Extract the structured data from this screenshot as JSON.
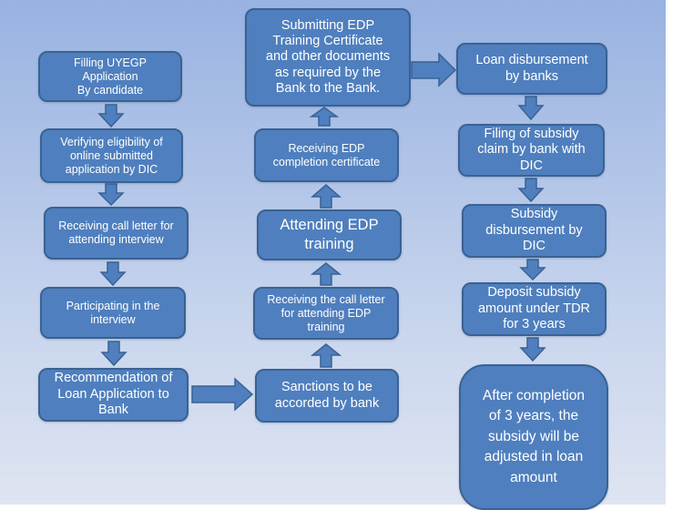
{
  "diagram": {
    "title": "UYEGP process flow",
    "colors": {
      "box_fill": "#4f7fbe",
      "box_border": "#3a6293",
      "text": "#ffffff",
      "background_top": "#98b2e1",
      "background_bottom": "#dee4f1"
    },
    "columns": {
      "left": [
        {
          "id": "filling-application",
          "text": "Filling UYEGP\nApplication\nBy candidate"
        },
        {
          "id": "verifying-eligibility",
          "text": "Verifying eligibility of\nonline submitted\napplication by DIC"
        },
        {
          "id": "receiving-call-letter-interview",
          "text": "Receiving call letter for\nattending  interview"
        },
        {
          "id": "participating-interview",
          "text": "Participating in the\ninterview"
        },
        {
          "id": "recommendation-loan",
          "text": "Recommendation of\nLoan Application to\nBank"
        }
      ],
      "middle": [
        {
          "id": "sanctions-by-bank",
          "text": "Sanctions to be\naccorded by bank"
        },
        {
          "id": "receiving-call-letter-edp",
          "text": "Receiving the call letter\nfor attending EDP\ntraining"
        },
        {
          "id": "attending-edp",
          "text": "Attending EDP\ntraining"
        },
        {
          "id": "receiving-edp-certificate",
          "text": "Receiving EDP\ncompletion certificate"
        },
        {
          "id": "submitting-edp-certificate",
          "text": "Submitting EDP\nTraining Certificate\nand other documents\nas required by the\nBank to the Bank."
        }
      ],
      "right": [
        {
          "id": "loan-disbursement",
          "text": "Loan disbursement\nby banks"
        },
        {
          "id": "filing-subsidy-claim",
          "text": "Filing of subsidy\nclaim by bank with\nDIC"
        },
        {
          "id": "subsidy-disbursement",
          "text": "Subsidy\ndisbursement by\nDIC"
        },
        {
          "id": "deposit-subsidy-tdr",
          "text": "Deposit subsidy\namount under TDR\nfor 3 years"
        },
        {
          "id": "subsidy-adjusted",
          "text": "After completion\nof 3 years, the\nsubsidy will be\nadjusted in loan\namount"
        }
      ]
    },
    "flow": [
      [
        "filling-application",
        "verifying-eligibility"
      ],
      [
        "verifying-eligibility",
        "receiving-call-letter-interview"
      ],
      [
        "receiving-call-letter-interview",
        "participating-interview"
      ],
      [
        "participating-interview",
        "recommendation-loan"
      ],
      [
        "recommendation-loan",
        "sanctions-by-bank"
      ],
      [
        "sanctions-by-bank",
        "receiving-call-letter-edp"
      ],
      [
        "receiving-call-letter-edp",
        "attending-edp"
      ],
      [
        "attending-edp",
        "receiving-edp-certificate"
      ],
      [
        "receiving-edp-certificate",
        "submitting-edp-certificate"
      ],
      [
        "submitting-edp-certificate",
        "loan-disbursement"
      ],
      [
        "loan-disbursement",
        "filing-subsidy-claim"
      ],
      [
        "filing-subsidy-claim",
        "subsidy-disbursement"
      ],
      [
        "subsidy-disbursement",
        "deposit-subsidy-tdr"
      ],
      [
        "deposit-subsidy-tdr",
        "subsidy-adjusted"
      ]
    ]
  }
}
